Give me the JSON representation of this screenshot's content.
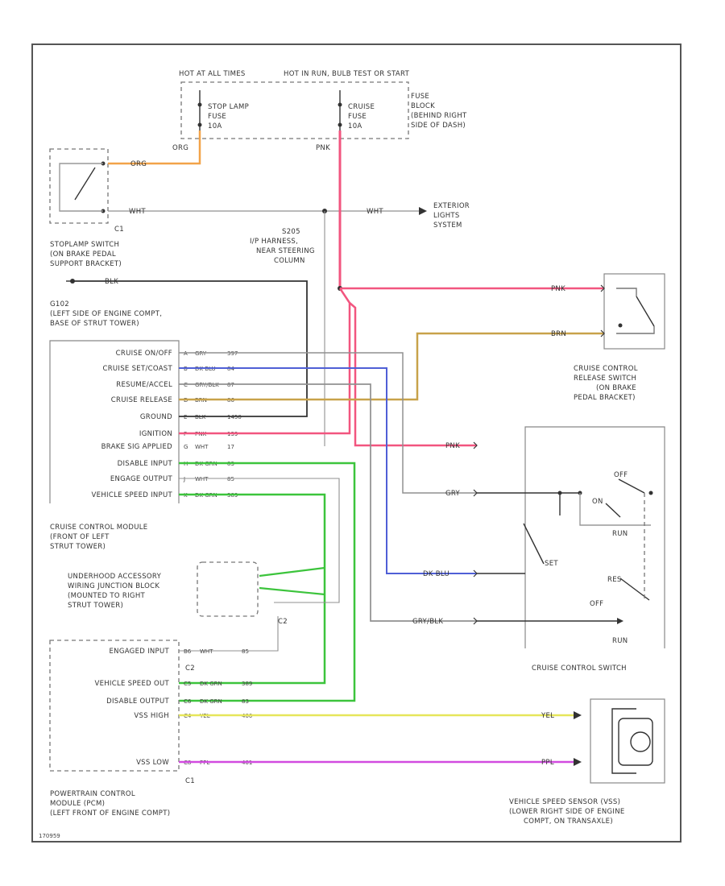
{
  "colors": {
    "pink": "#f2557f",
    "orange": "#f2a349",
    "tan": "#c8a24a",
    "blue": "#4f5fd6",
    "green": "#3cc43c",
    "yellow": "#e6e65a",
    "magenta": "#d24be0",
    "gray": "#909090",
    "dark": "#333333"
  },
  "labels": {
    "hot_at_all_times": "HOT AT ALL TIMES",
    "hot_in_run_bulb": "HOT IN RUN, BULB TEST OR START",
    "stop_lamp_fuse": [
      "STOP LAMP",
      "FUSE",
      "10A"
    ],
    "cruise_fuse": [
      "CRUISE",
      "FUSE",
      "10A"
    ],
    "fuse_block": [
      "FUSE",
      "BLOCK",
      "(BEHIND RIGHT",
      "SIDE OF DASH)"
    ],
    "stoplamp_switch": [
      "STOPLAMP SWITCH",
      "(ON BRAKE PEDAL",
      "SUPPORT BRACKET)"
    ],
    "c1": "C1",
    "c2": "C2",
    "splice_s205": [
      "S205",
      "I/P HARNESS,",
      "NEAR STEERING",
      "COLUMN"
    ],
    "exterior_lights": [
      "EXTERIOR",
      "LIGHTS",
      "SYSTEM"
    ],
    "g102": [
      "G102",
      "(LEFT SIDE OF ENGINE COMPT,",
      "BASE OF STRUT TOWER)"
    ],
    "ccm": [
      "CRUISE CONTROL MODULE",
      "(FRONT OF LEFT",
      "STRUT TOWER)"
    ],
    "junction_block": [
      "UNDERHOOD ACCESSORY",
      "WIRING JUNCTION BLOCK",
      "(MOUNTED TO RIGHT",
      "STRUT TOWER)"
    ],
    "pcm": [
      "POWERTRAIN CONTROL",
      "MODULE (PCM)",
      "(LEFT FRONT OF ENGINE COMPT)"
    ],
    "release_switch": [
      "CRUISE CONTROL",
      "RELEASE SWITCH",
      "(ON BRAKE",
      "PEDAL BRACKET)"
    ],
    "control_switch": "CRUISE CONTROL SWITCH",
    "vss": [
      "VEHICLE SPEED SENSOR (VSS)",
      "(LOWER RIGHT SIDE OF ENGINE",
      "COMPT, ON TRANSAXLE)"
    ],
    "off": "OFF",
    "on": "ON",
    "set": "SET",
    "run": "RUN",
    "res": "RES",
    "code": "170959"
  },
  "module_pins": [
    {
      "label": "CRUISE ON/OFF",
      "pin": "A",
      "wire": "GRY",
      "circuit": "397"
    },
    {
      "label": "CRUISE SET/COAST",
      "pin": "B",
      "wire": "DK BLU",
      "circuit": "84"
    },
    {
      "label": "RESUME/ACCEL",
      "pin": "C",
      "wire": "GRY/BLK",
      "circuit": "87"
    },
    {
      "label": "CRUISE RELEASE",
      "pin": "D",
      "wire": "BRN",
      "circuit": "86"
    },
    {
      "label": "GROUND",
      "pin": "E",
      "wire": "BLK",
      "circuit": "1450"
    },
    {
      "label": "IGNITION",
      "pin": "F",
      "wire": "PNK",
      "circuit": "139"
    },
    {
      "label": "BRAKE SIG APPLIED",
      "pin": "G",
      "wire": "WHT",
      "circuit": "17"
    },
    {
      "label": "DISABLE INPUT",
      "pin": "H",
      "wire": "DK GRN",
      "circuit": "83"
    },
    {
      "label": "ENGAGE OUTPUT",
      "pin": "J",
      "wire": "WHT",
      "circuit": "85"
    },
    {
      "label": "VEHICLE SPEED INPUT",
      "pin": "K",
      "wire": "DK GRN",
      "circuit": "389"
    }
  ],
  "pcm_pins": [
    {
      "label": "ENGAGED INPUT",
      "pin": "B6",
      "wire": "WHT",
      "circuit": "85"
    },
    {
      "label": "VEHICLE SPEED OUT",
      "pin": "C5",
      "wire": "DK GRN",
      "circuit": "389"
    },
    {
      "label": "DISABLE OUTPUT",
      "pin": "C6",
      "wire": "DK GRN",
      "circuit": "83"
    },
    {
      "label": "VSS HIGH",
      "pin": "C4",
      "wire": "YEL",
      "circuit": "400"
    },
    {
      "label": "VSS LOW",
      "pin": "C8",
      "wire": "PPL",
      "circuit": "401"
    }
  ],
  "wires": {
    "org": "ORG",
    "wht": "WHT",
    "pnk": "PNK",
    "blk": "BLK",
    "brn": "BRN",
    "gry": "GRY",
    "dk_blu": "DK BLU",
    "gry_blk": "GRY/BLK",
    "yel": "YEL",
    "ppl": "PPL"
  }
}
